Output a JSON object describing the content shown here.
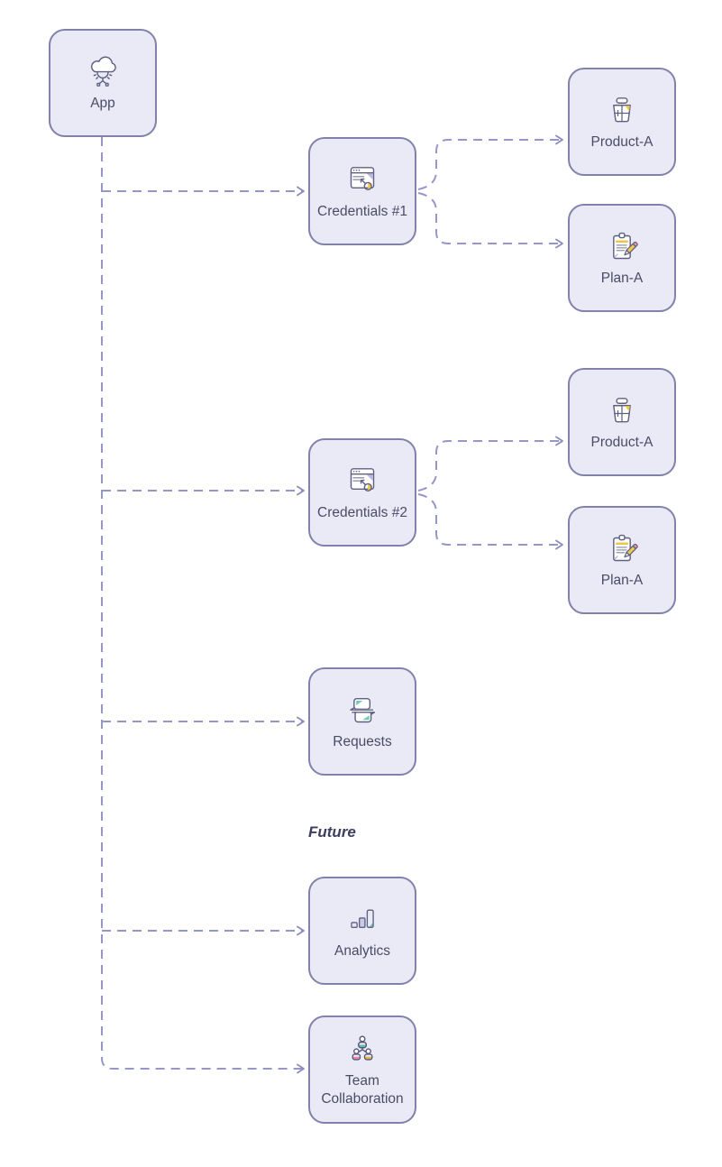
{
  "nodes": {
    "app": {
      "label": "App",
      "icon": "cloud-app-icon"
    },
    "credentials1": {
      "label": "Credentials #1",
      "icon": "browser-key-icon"
    },
    "product_a1": {
      "label": "Product-A",
      "icon": "basket-icon"
    },
    "plan_a1": {
      "label": "Plan-A",
      "icon": "clipboard-pencil-icon"
    },
    "credentials2": {
      "label": "Credentials #2",
      "icon": "browser-key-icon"
    },
    "product_a2": {
      "label": "Product-A",
      "icon": "basket-icon"
    },
    "plan_a2": {
      "label": "Plan-A",
      "icon": "clipboard-pencil-icon"
    },
    "requests": {
      "label": "Requests",
      "icon": "sync-windows-icon"
    },
    "analytics": {
      "label": "Analytics",
      "icon": "bar-chart-icon"
    },
    "team": {
      "label": "Team Collaboration",
      "icon": "org-people-icon"
    }
  },
  "section": {
    "future_label": "Future"
  },
  "edges": [
    {
      "from": "app",
      "to": "credentials1"
    },
    {
      "from": "app",
      "to": "credentials2"
    },
    {
      "from": "app",
      "to": "requests"
    },
    {
      "from": "app",
      "to": "analytics"
    },
    {
      "from": "app",
      "to": "team"
    },
    {
      "from": "credentials1",
      "to": "product_a1"
    },
    {
      "from": "credentials1",
      "to": "plan_a1"
    },
    {
      "from": "credentials2",
      "to": "product_a2"
    },
    {
      "from": "credentials2",
      "to": "plan_a2"
    }
  ],
  "colors": {
    "node_fill": "#eaeaf6",
    "node_border": "#8181a9",
    "edge_line": "#9696c8",
    "label_text": "#4b4b67",
    "future_text": "#3e3e60",
    "icon_stroke": "#5f5f82",
    "accent_yellow": "#eec64a",
    "accent_teal": "#66c3ab",
    "accent_pink": "#ea8b95",
    "accent_purple": "#b9b9e0"
  }
}
